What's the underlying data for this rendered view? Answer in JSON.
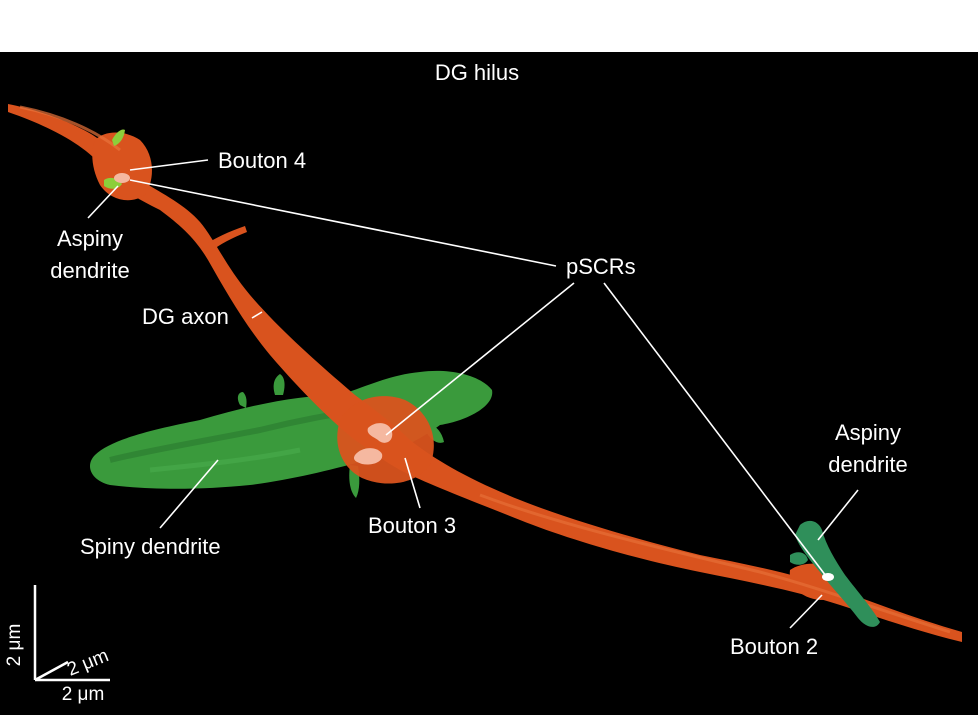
{
  "title": "DG hilus",
  "labels": {
    "bouton4": "Bouton 4",
    "aspiny_top_line1": "Aspiny",
    "aspiny_top_line2": "dendrite",
    "pscrs": "pSCRs",
    "dg_axon": "DG axon",
    "aspiny_right_line1": "Aspiny",
    "aspiny_right_line2": "dendrite",
    "spiny_dendrite": "Spiny dendrite",
    "bouton3": "Bouton 3",
    "bouton2": "Bouton 2"
  },
  "scale_bar": {
    "vertical": "2 μm",
    "diagonal": "2 μm",
    "horizontal": "2 μm"
  },
  "colors": {
    "background": "#000000",
    "axon": "#d9531e",
    "axon_highlight": "#e8733a",
    "dendrite": "#3a9a3c",
    "dendrite_dark": "#2a7a2f",
    "aspiny_dendrite": "#2f8f5a",
    "pscr": "#f5b8a0",
    "aspiny_top": "#8ccf3a"
  }
}
